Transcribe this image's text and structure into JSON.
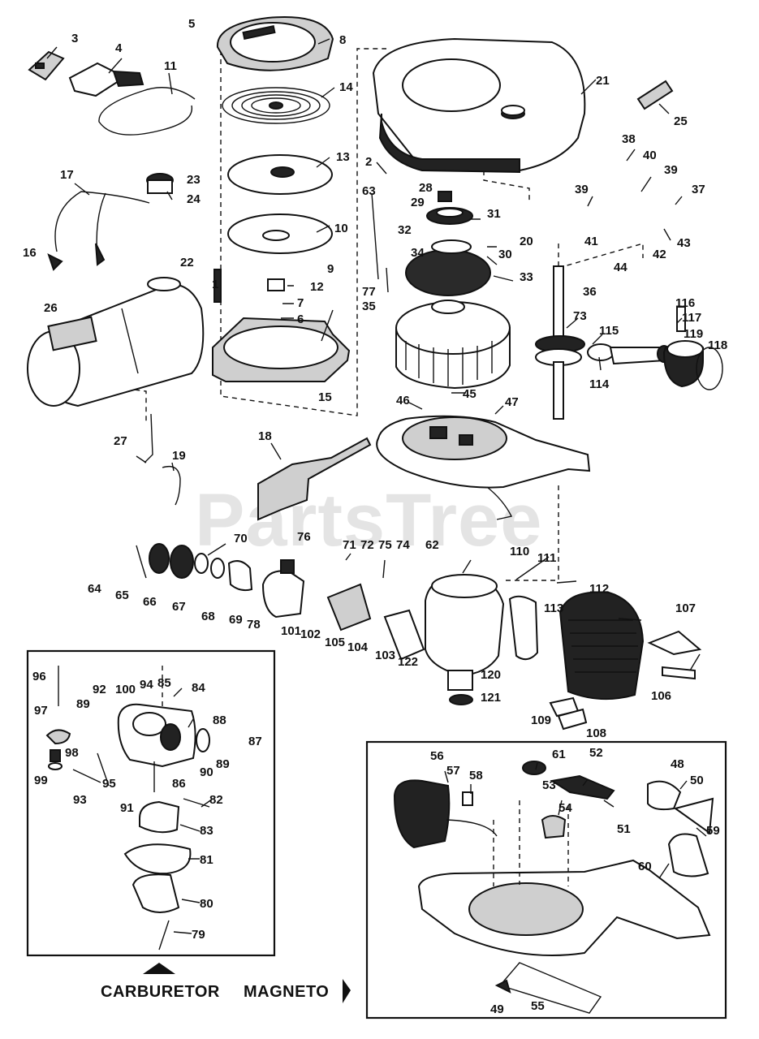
{
  "watermark": {
    "text": "PartsTree"
  },
  "captions": {
    "carburetor": "CARBURETOR",
    "magneto": "MAGNETO"
  },
  "callouts": [
    "1",
    "2",
    "3",
    "4",
    "5",
    "6",
    "7",
    "8",
    "9",
    "10",
    "11",
    "12",
    "13",
    "14",
    "15",
    "16",
    "17",
    "18",
    "19",
    "20",
    "21",
    "22",
    "23",
    "24",
    "25",
    "26",
    "27",
    "28",
    "29",
    "30",
    "31",
    "32",
    "33",
    "34",
    "35",
    "36",
    "37",
    "38",
    "39",
    "39",
    "40",
    "41",
    "42",
    "43",
    "44",
    "45",
    "46",
    "47",
    "48",
    "49",
    "50",
    "51",
    "52",
    "53",
    "54",
    "55",
    "56",
    "57",
    "58",
    "59",
    "60",
    "61",
    "62",
    "63",
    "64",
    "65",
    "66",
    "67",
    "68",
    "69",
    "70",
    "71",
    "72",
    "73",
    "74",
    "75",
    "76",
    "77",
    "78",
    "79",
    "80",
    "81",
    "82",
    "83",
    "84",
    "85",
    "86",
    "87",
    "88",
    "89",
    "89",
    "90",
    "91",
    "92",
    "93",
    "94",
    "95",
    "96",
    "97",
    "98",
    "99",
    "100",
    "101",
    "102",
    "103",
    "104",
    "105",
    "106",
    "107",
    "108",
    "109",
    "110",
    "111",
    "112",
    "113",
    "114",
    "115",
    "116",
    "117",
    "118",
    "119",
    "120",
    "121",
    "122"
  ]
}
